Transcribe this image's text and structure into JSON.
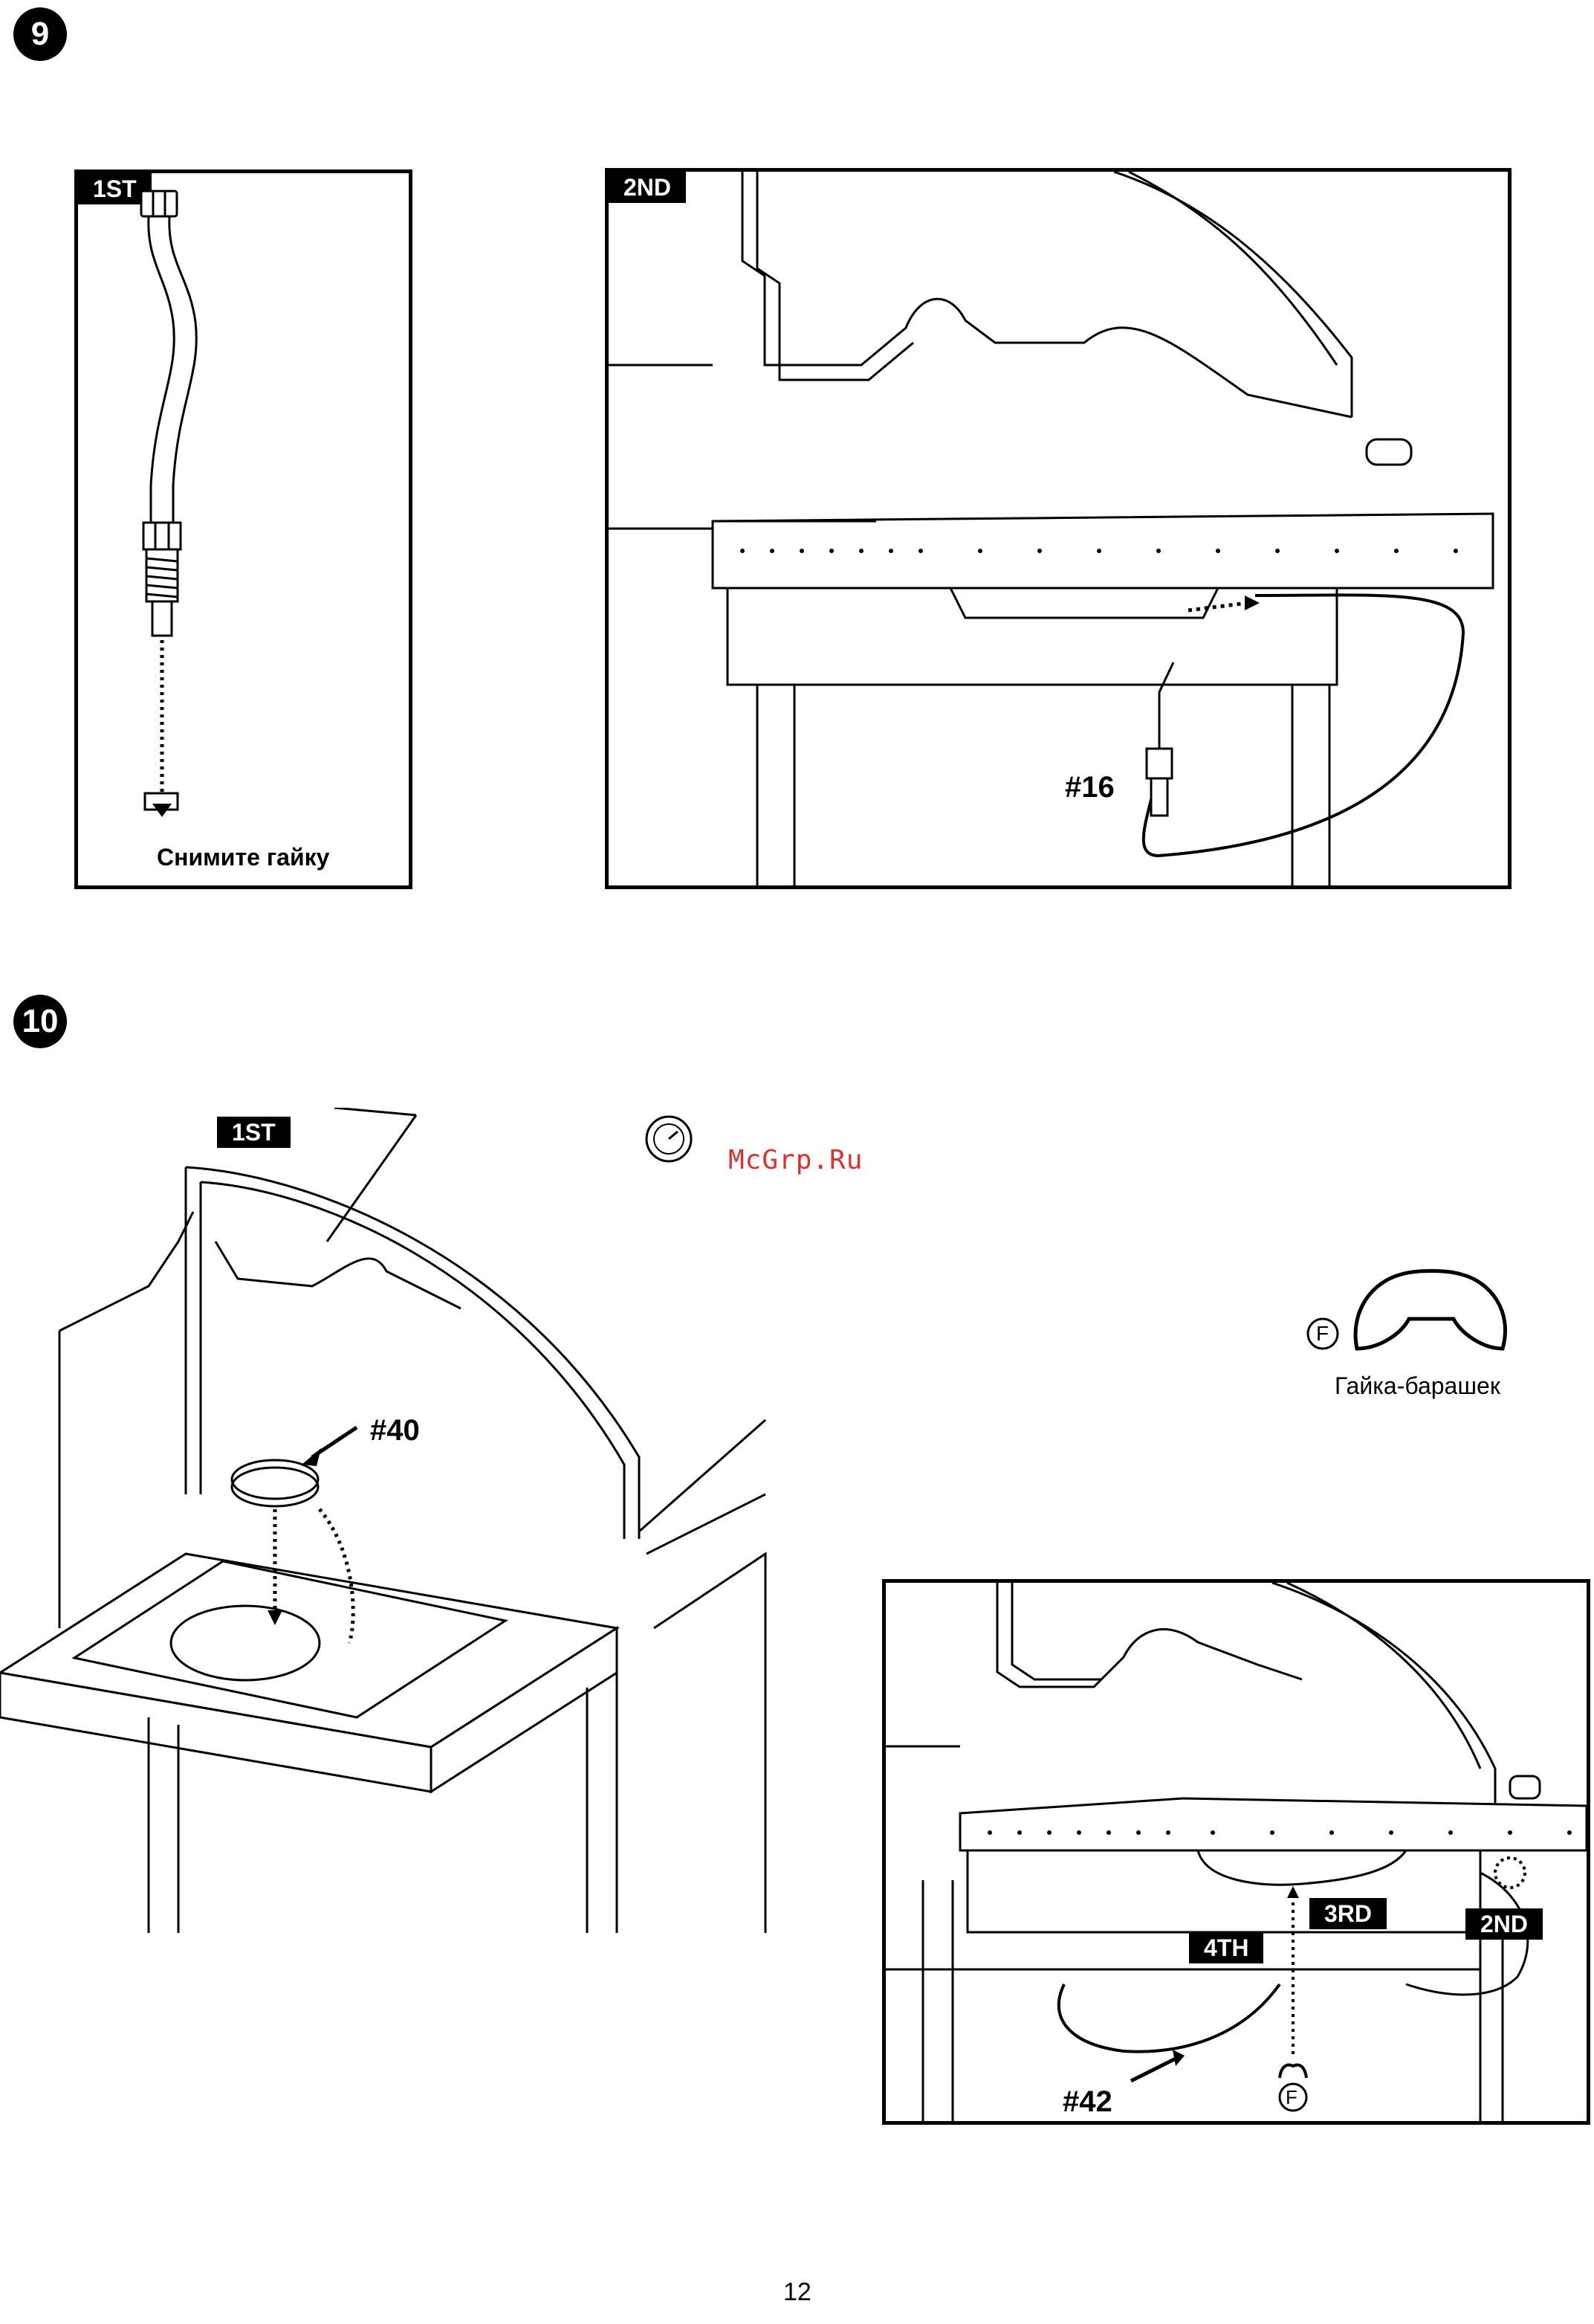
{
  "step9": {
    "number": "9",
    "panel1": {
      "tag": "1ST",
      "caption": "Снимите гайку"
    },
    "panel2": {
      "tag": "2ND",
      "part_label": "#16"
    }
  },
  "step10": {
    "number": "10",
    "left": {
      "tag": "1ST",
      "part_label": "#40"
    },
    "legend": {
      "letter": "F",
      "caption": "Гайка-барашек"
    },
    "inset": {
      "tags": {
        "second": "2ND",
        "third": "3RD",
        "fourth": "4TH"
      },
      "part_label": "#42",
      "f_marker": "F"
    }
  },
  "watermark": "McGrp.Ru",
  "page_number": "12"
}
